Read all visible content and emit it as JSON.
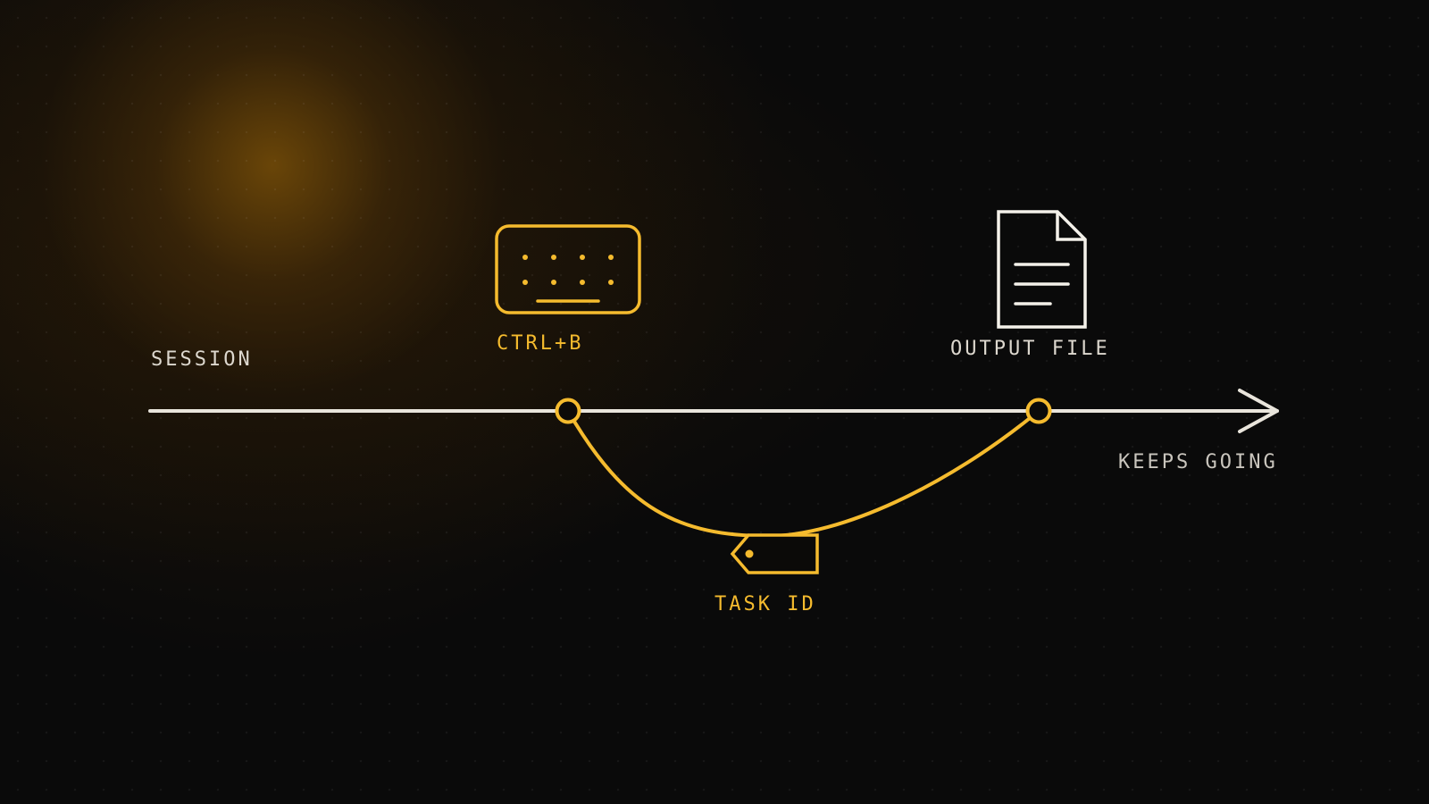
{
  "labels": {
    "session": "SESSION",
    "shortcut": "CTRL+B",
    "output_file": "OUTPUT FILE",
    "keeps_going": "KEEPS GOING",
    "task_id": "TASK ID"
  },
  "icons": {
    "shortcut": "keyboard-icon",
    "output": "document-icon",
    "task": "tag-icon"
  },
  "colors": {
    "accent": "#f5bb2e",
    "line": "#e9e5dc",
    "text": "#ddd8cf",
    "background": "#0a0a0a"
  }
}
